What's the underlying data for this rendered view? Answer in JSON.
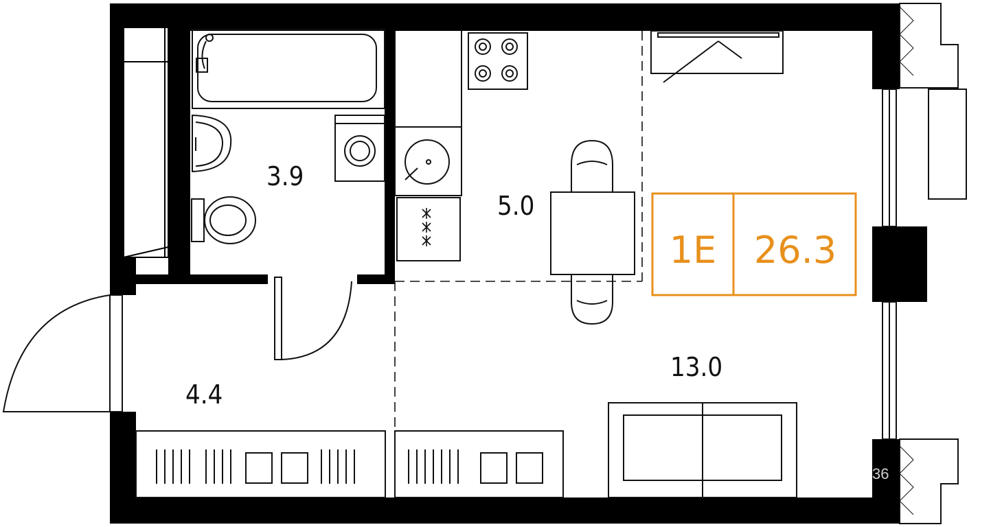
{
  "rooms": {
    "bathroom_area": "3.9",
    "kitchen_area": "5.0",
    "hallway_area": "4.4",
    "living_area": "13.0"
  },
  "badge": {
    "type": "1E",
    "total_area": "26.3",
    "color": "#E8901C"
  },
  "watermark": "36",
  "colors": {
    "wall": "#000000",
    "line": "#111111",
    "background": "#ffffff"
  }
}
